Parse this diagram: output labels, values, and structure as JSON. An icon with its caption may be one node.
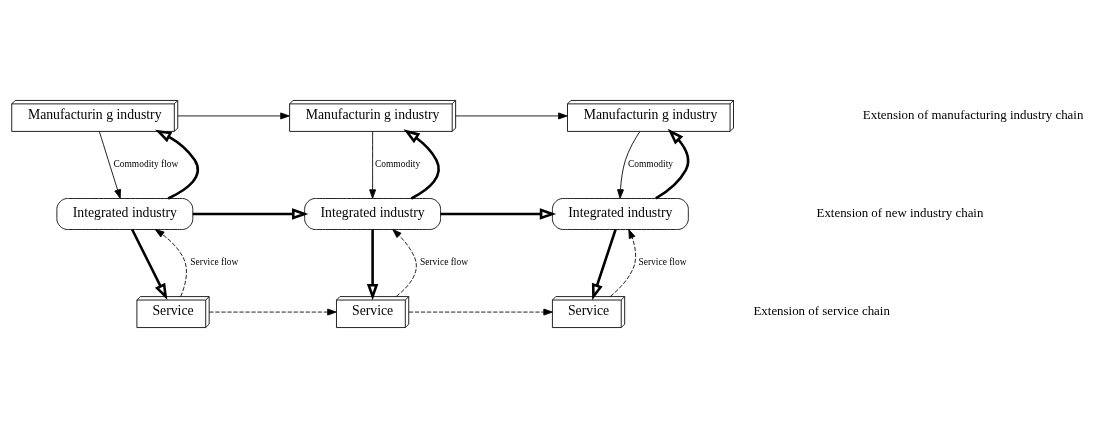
{
  "diagram": {
    "nodes": [
      {
        "text": [
          "Manufacturin g industry"
        ]
      },
      {
        "text": [
          "Manufacturin g industry"
        ]
      },
      {
        "text": [
          "Manufacturin g industry"
        ]
      },
      {
        "text": [
          "Integrated industry"
        ]
      },
      {
        "text": [
          "Integrated industry"
        ]
      },
      {
        "text": [
          "Integrated industry"
        ]
      },
      {
        "text": [
          "Service"
        ]
      },
      {
        "text": [
          "Service"
        ]
      },
      {
        "text": [
          "Service"
        ]
      }
    ],
    "edges": [
      {
        "from": 0,
        "to": 1,
        "arrow": "to"
      },
      {
        "from": 1,
        "to": 2,
        "arrow": "to"
      },
      {
        "from": 0,
        "to": 3,
        "arrow": "to",
        "label": "Commodity flow"
      },
      {
        "from": 3,
        "to": 0,
        "arrow": "to",
        "style": "thick"
      },
      {
        "from": 1,
        "to": 4,
        "arrow": "to",
        "label": "Commodity"
      },
      {
        "from": 4,
        "to": 1,
        "arrow": "to",
        "style": "thick"
      },
      {
        "from": 2,
        "to": 5,
        "arrow": "to",
        "label": "Commodity"
      },
      {
        "from": 5,
        "to": 2,
        "arrow": "to",
        "style": "thick"
      },
      {
        "from": 3,
        "to": 4,
        "arrow": "to",
        "style": "thick"
      },
      {
        "from": 4,
        "to": 5,
        "arrow": "to",
        "style": "thick"
      },
      {
        "from": 6,
        "to": 3,
        "arrow": "to",
        "style": "dashed",
        "label": "Service flow"
      },
      {
        "from": 3,
        "to": 6,
        "arrow": "to",
        "style": "thick"
      },
      {
        "from": 7,
        "to": 4,
        "arrow": "to",
        "style": "dashed",
        "label": "Service flow"
      },
      {
        "from": 4,
        "to": 7,
        "arrow": "to",
        "style": "thick"
      },
      {
        "from": 8,
        "to": 5,
        "arrow": "to",
        "style": "dashed",
        "label": "Service flow"
      },
      {
        "from": 5,
        "to": 8,
        "arrow": "to",
        "style": "thick"
      },
      {
        "from": 6,
        "to": 7,
        "arrow": "to",
        "style": "dashed"
      },
      {
        "from": 7,
        "to": 8,
        "arrow": "to",
        "style": "dashed"
      }
    ],
    "labels": [
      "Extension of manufacturing industry chain",
      "Extension of new industry chain",
      "Extension of service chain"
    ]
  }
}
